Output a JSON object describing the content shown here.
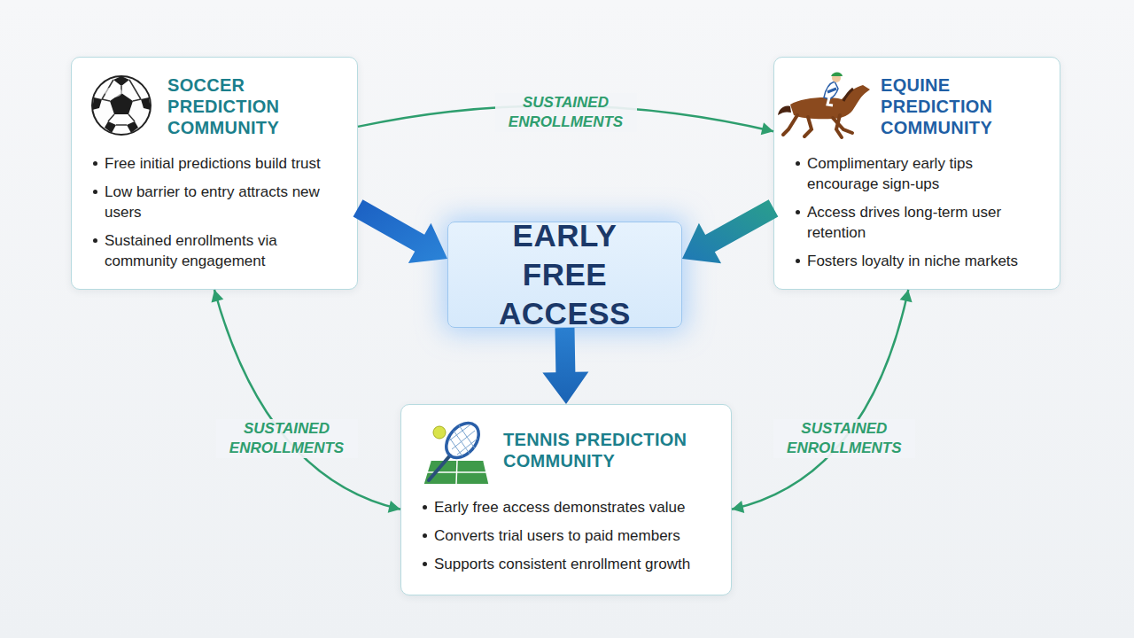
{
  "diagram": {
    "nodes": [
      {
        "text": [
          "SOCCER PREDICTION COMMUNITY",
          "Free initial predictions build trust",
          "Low barrier to entry attracts new users",
          "Sustained enrollments via community engagement"
        ]
      },
      {
        "text": [
          "EQUINE PREDICTION COMMUNITY",
          "Complimentary early tips encourage sign-ups",
          "Access drives long-term user retention",
          "Fosters loyalty in niche markets"
        ]
      },
      {
        "text": [
          "EARLY FREE ACCESS"
        ]
      },
      {
        "text": [
          "TENNIS PREDICTION COMMUNITY",
          "Early free access demonstrates value",
          "Converts trial users to paid members",
          "Supports consistent enrollment growth"
        ]
      }
    ],
    "edges": [
      {
        "from": 0,
        "to": 1,
        "arrow": "to",
        "label": "SUSTAINED ENROLLMENTS"
      },
      {
        "from": 0,
        "to": 2,
        "arrow": "to"
      },
      {
        "from": 1,
        "to": 2,
        "arrow": "to"
      },
      {
        "from": 2,
        "to": 3,
        "arrow": "to"
      },
      {
        "from": 0,
        "to": 3,
        "arrow": "both",
        "label": "SUSTAINED ENROLLMENTS"
      },
      {
        "from": 3,
        "to": 1,
        "arrow": "both",
        "label": "SUSTAINED ENROLLMENTS"
      }
    ]
  }
}
